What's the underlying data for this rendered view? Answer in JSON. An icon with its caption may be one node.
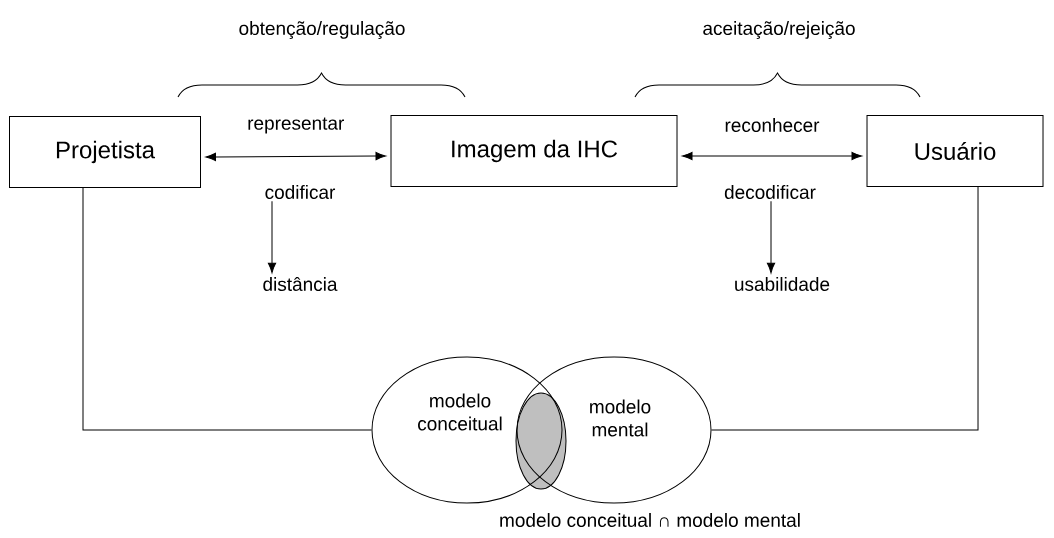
{
  "diagram": {
    "nodes": [
      {
        "text": [
          "Projetista"
        ]
      },
      {
        "text": [
          "Imagem da IHC"
        ]
      },
      {
        "text": [
          "Usuário"
        ]
      },
      {
        "text": [
          "codificar"
        ]
      },
      {
        "text": [
          "distância"
        ]
      },
      {
        "text": [
          "decodificar"
        ]
      },
      {
        "text": [
          "usabilidade"
        ]
      },
      {
        "text": [
          "modelo conceitual"
        ]
      },
      {
        "text": [
          "modelo mental"
        ]
      },
      {
        "text": [],
        "shape": "ellipse"
      }
    ],
    "edges": [
      {
        "from": 0,
        "to": 1,
        "arrow": "both",
        "label": "representar"
      },
      {
        "from": 1,
        "to": 2,
        "arrow": "both",
        "label": "reconhecer"
      },
      {
        "from": 3,
        "to": 4,
        "arrow": "to"
      },
      {
        "from": 5,
        "to": 6,
        "arrow": "to"
      },
      {
        "from": 0,
        "to": 7,
        "arrow": "none"
      },
      {
        "from": 2,
        "to": 8,
        "arrow": "none"
      }
    ],
    "labels": [
      "obtenção/regulação",
      "aceitação/rejeição",
      "modelo conceitual ∩ modelo mental"
    ]
  }
}
